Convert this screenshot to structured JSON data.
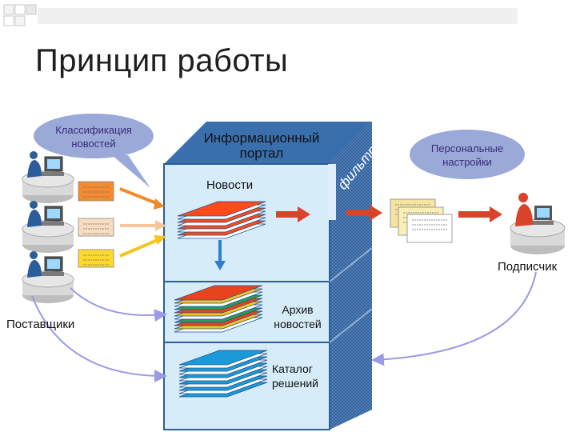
{
  "slide": {
    "title": "Принцип работы"
  },
  "bubbles": {
    "classification": [
      "Классификация",
      "новостей"
    ],
    "personal": [
      "Персональные",
      "настройки"
    ]
  },
  "portal": {
    "title": [
      "Информационный",
      "портал"
    ],
    "filter": "фильтр",
    "news": "Новости",
    "archive": [
      "Архив",
      "новостей"
    ],
    "catalog": [
      "Каталог",
      "решений"
    ]
  },
  "labels": {
    "suppliers": "Поставщики",
    "subscriber": "Подписчик"
  },
  "colors": {
    "bubble": "#9aa9d8",
    "cube_front": "#d6ecf8",
    "cube_side": "#2a5d9a",
    "cube_top": "#3a6fad",
    "news_layer": "#ff4a1a",
    "archive_layer": "#e8431d",
    "catalog_layer": "#1a9ad6",
    "arrow_orange": "#f08a2b",
    "arrow_peach": "#f6c79a",
    "arrow_yellow": "#f5c51f",
    "arrow_red": "#d9432a",
    "connector": "#8f8fe0",
    "doc_yellow": "#f7e3a1"
  },
  "icons": [
    "supplier-workstation-icon",
    "subscriber-workstation-icon",
    "document-icon"
  ]
}
